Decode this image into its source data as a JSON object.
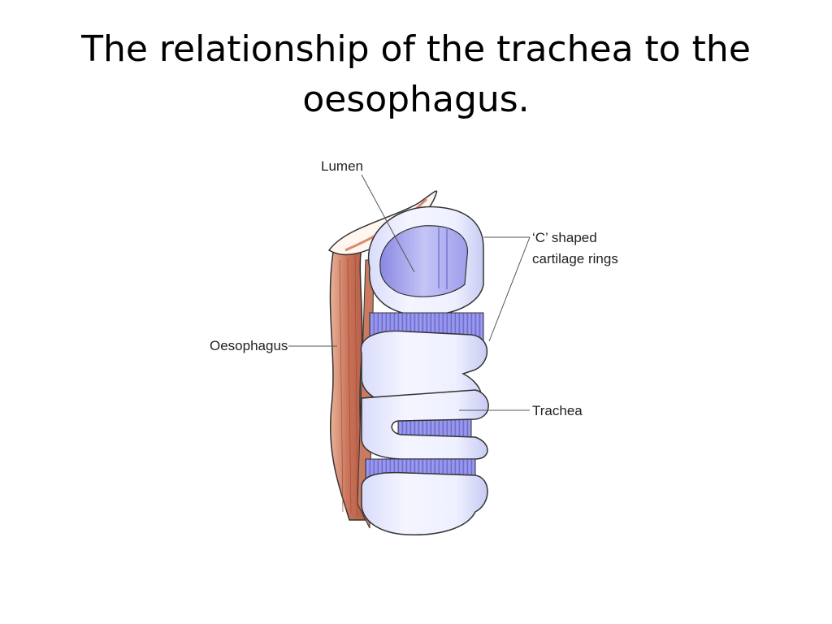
{
  "slide": {
    "title_line1": "The relationship of the trachea to the",
    "title_line2": "oesophagus."
  },
  "diagram": {
    "labels": {
      "lumen": "Lumen",
      "c_shaped_line1": "‘C’ shaped",
      "c_shaped_line2": "cartilage rings",
      "oesophagus": "Oesophagus",
      "trachea": "Trachea"
    },
    "colors": {
      "cartilage": "#eef0ff",
      "cartilage_shade": "#c9ccf5",
      "trachea_wall": "#8f8ee6",
      "oesophagus_muscle": "#c9735a",
      "oesophagus_light": "#f3c6b0",
      "outline": "#333333"
    }
  }
}
